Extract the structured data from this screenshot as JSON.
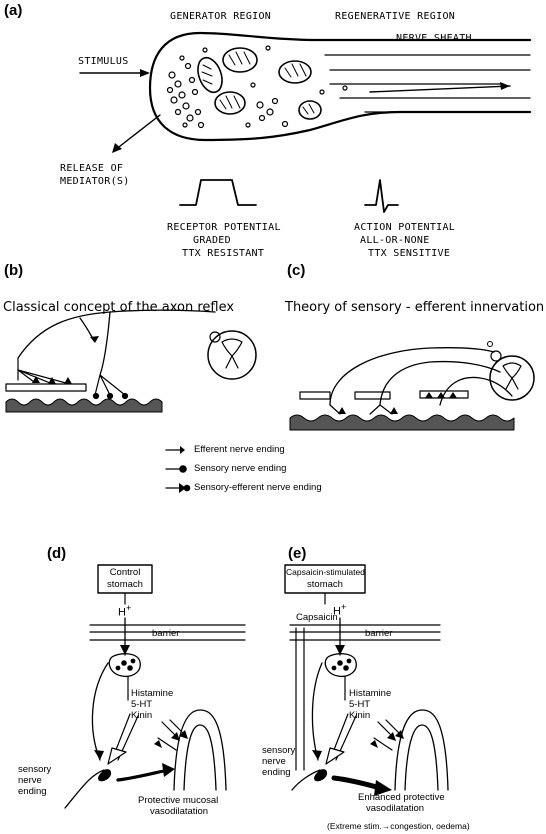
{
  "panels": {
    "a": "(a)",
    "b": "(b)",
    "c": "(c)",
    "d": "(d)",
    "e": "(e)"
  },
  "panel_a": {
    "generator_region": "GENERATOR REGION",
    "regenerative_region": "REGENERATIVE REGION",
    "nerve_sheath": "NERVE SHEATH",
    "stimulus": "STIMULUS",
    "release_line1": "RELEASE OF",
    "release_line2": "MEDIATOR(S)",
    "receptor_potential": "RECEPTOR POTENTIAL",
    "graded": "GRADED",
    "ttx_resistant": "TTX RESISTANT",
    "action_potential": "ACTION POTENTIAL",
    "all_or_none": "ALL-OR-NONE",
    "ttx_sensitive": "TTX SENSITIVE"
  },
  "panel_b": {
    "title": "Classical concept of the axon reflex"
  },
  "panel_c": {
    "title": "Theory of sensory - efferent innervation"
  },
  "legend": {
    "efferent": "Efferent nerve ending",
    "sensory": "Sensory nerve ending",
    "sensory_efferent": "Sensory-efferent nerve ending"
  },
  "panel_d": {
    "box_line1": "Control",
    "box_line2": "stomach",
    "h_plus": "H+",
    "barrier": "barrier",
    "histamine": "Histamine",
    "ht5": "5-HT",
    "kinin": "Kinin",
    "sensory_line1": "sensory",
    "sensory_line2": "nerve",
    "sensory_line3": "ending",
    "caption_line1": "Protective mucosal",
    "caption_line2": "vasodilatation"
  },
  "panel_e": {
    "box_line1": "Capsaicin-stimulated",
    "box_line2": "stomach",
    "capsaicin": "Capsaicin",
    "h_plus": "H+",
    "barrier": "barrier",
    "histamine": "Histamine",
    "ht5": "5-HT",
    "kinin": "Kinin",
    "sensory_line1": "sensory",
    "sensory_line2": "nerve",
    "sensory_line3": "ending",
    "caption_line1": "Enhanced protective",
    "caption_line2": "vasodilatation",
    "caption_line3": "(Extreme stim.→congestion, oedema)"
  }
}
